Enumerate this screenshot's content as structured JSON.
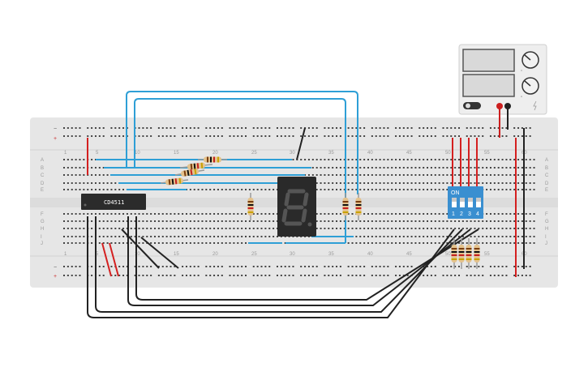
{
  "breadboard": {
    "row_letters": [
      "A",
      "B",
      "C",
      "D",
      "E",
      "F",
      "G",
      "H",
      "I",
      "J"
    ],
    "column_numbers": [
      "1",
      "5",
      "10",
      "15",
      "20",
      "25",
      "30",
      "35",
      "40",
      "45",
      "50",
      "55",
      "60"
    ],
    "rail_signs": {
      "minus": "−",
      "plus": "+"
    }
  },
  "components": {
    "ic": {
      "label": "CD4511"
    },
    "dip_switch": {
      "title": "ON",
      "switch_numbers": [
        "1",
        "2",
        "3",
        "4"
      ]
    },
    "seven_segment": {
      "segments_lit": "none",
      "digit_color": "#555555"
    },
    "power_supply": {
      "knob_labels": [
        "V",
        "A"
      ]
    }
  },
  "colors": {
    "board": "#e6e6e6",
    "hole": "#444444",
    "wire_blue": "#2e9fd6",
    "wire_red": "#d42020",
    "wire_black": "#222222",
    "ic_body": "#2b2b2b",
    "dip_body": "#3a8fd0",
    "display_body": "#2a2a2a"
  }
}
